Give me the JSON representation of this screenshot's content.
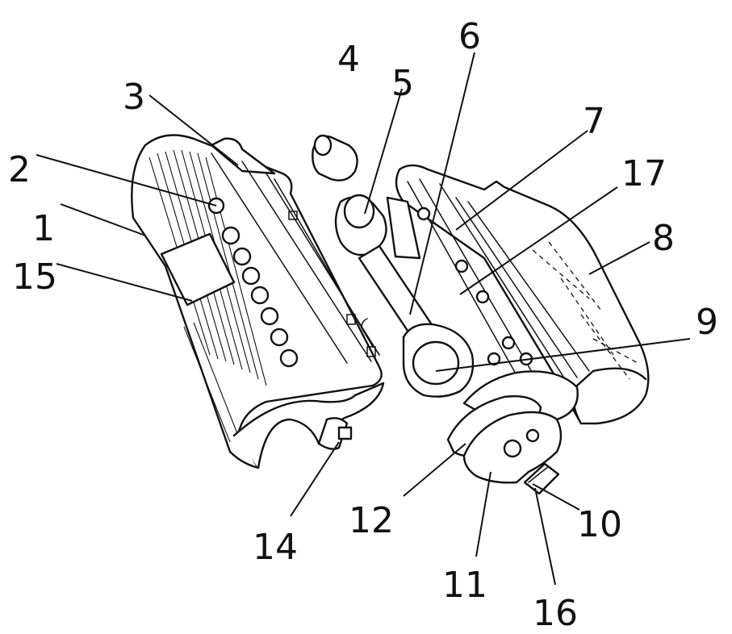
{
  "labels": {
    "l1": "1",
    "l2": "2",
    "l3": "3",
    "l4": "4",
    "l5": "5",
    "l6": "6",
    "l7": "7",
    "l8": "8",
    "l9": "9",
    "l10": "10",
    "l11": "11",
    "l12": "12",
    "l14": "14",
    "l15": "15",
    "l16": "16",
    "l17": "17"
  }
}
